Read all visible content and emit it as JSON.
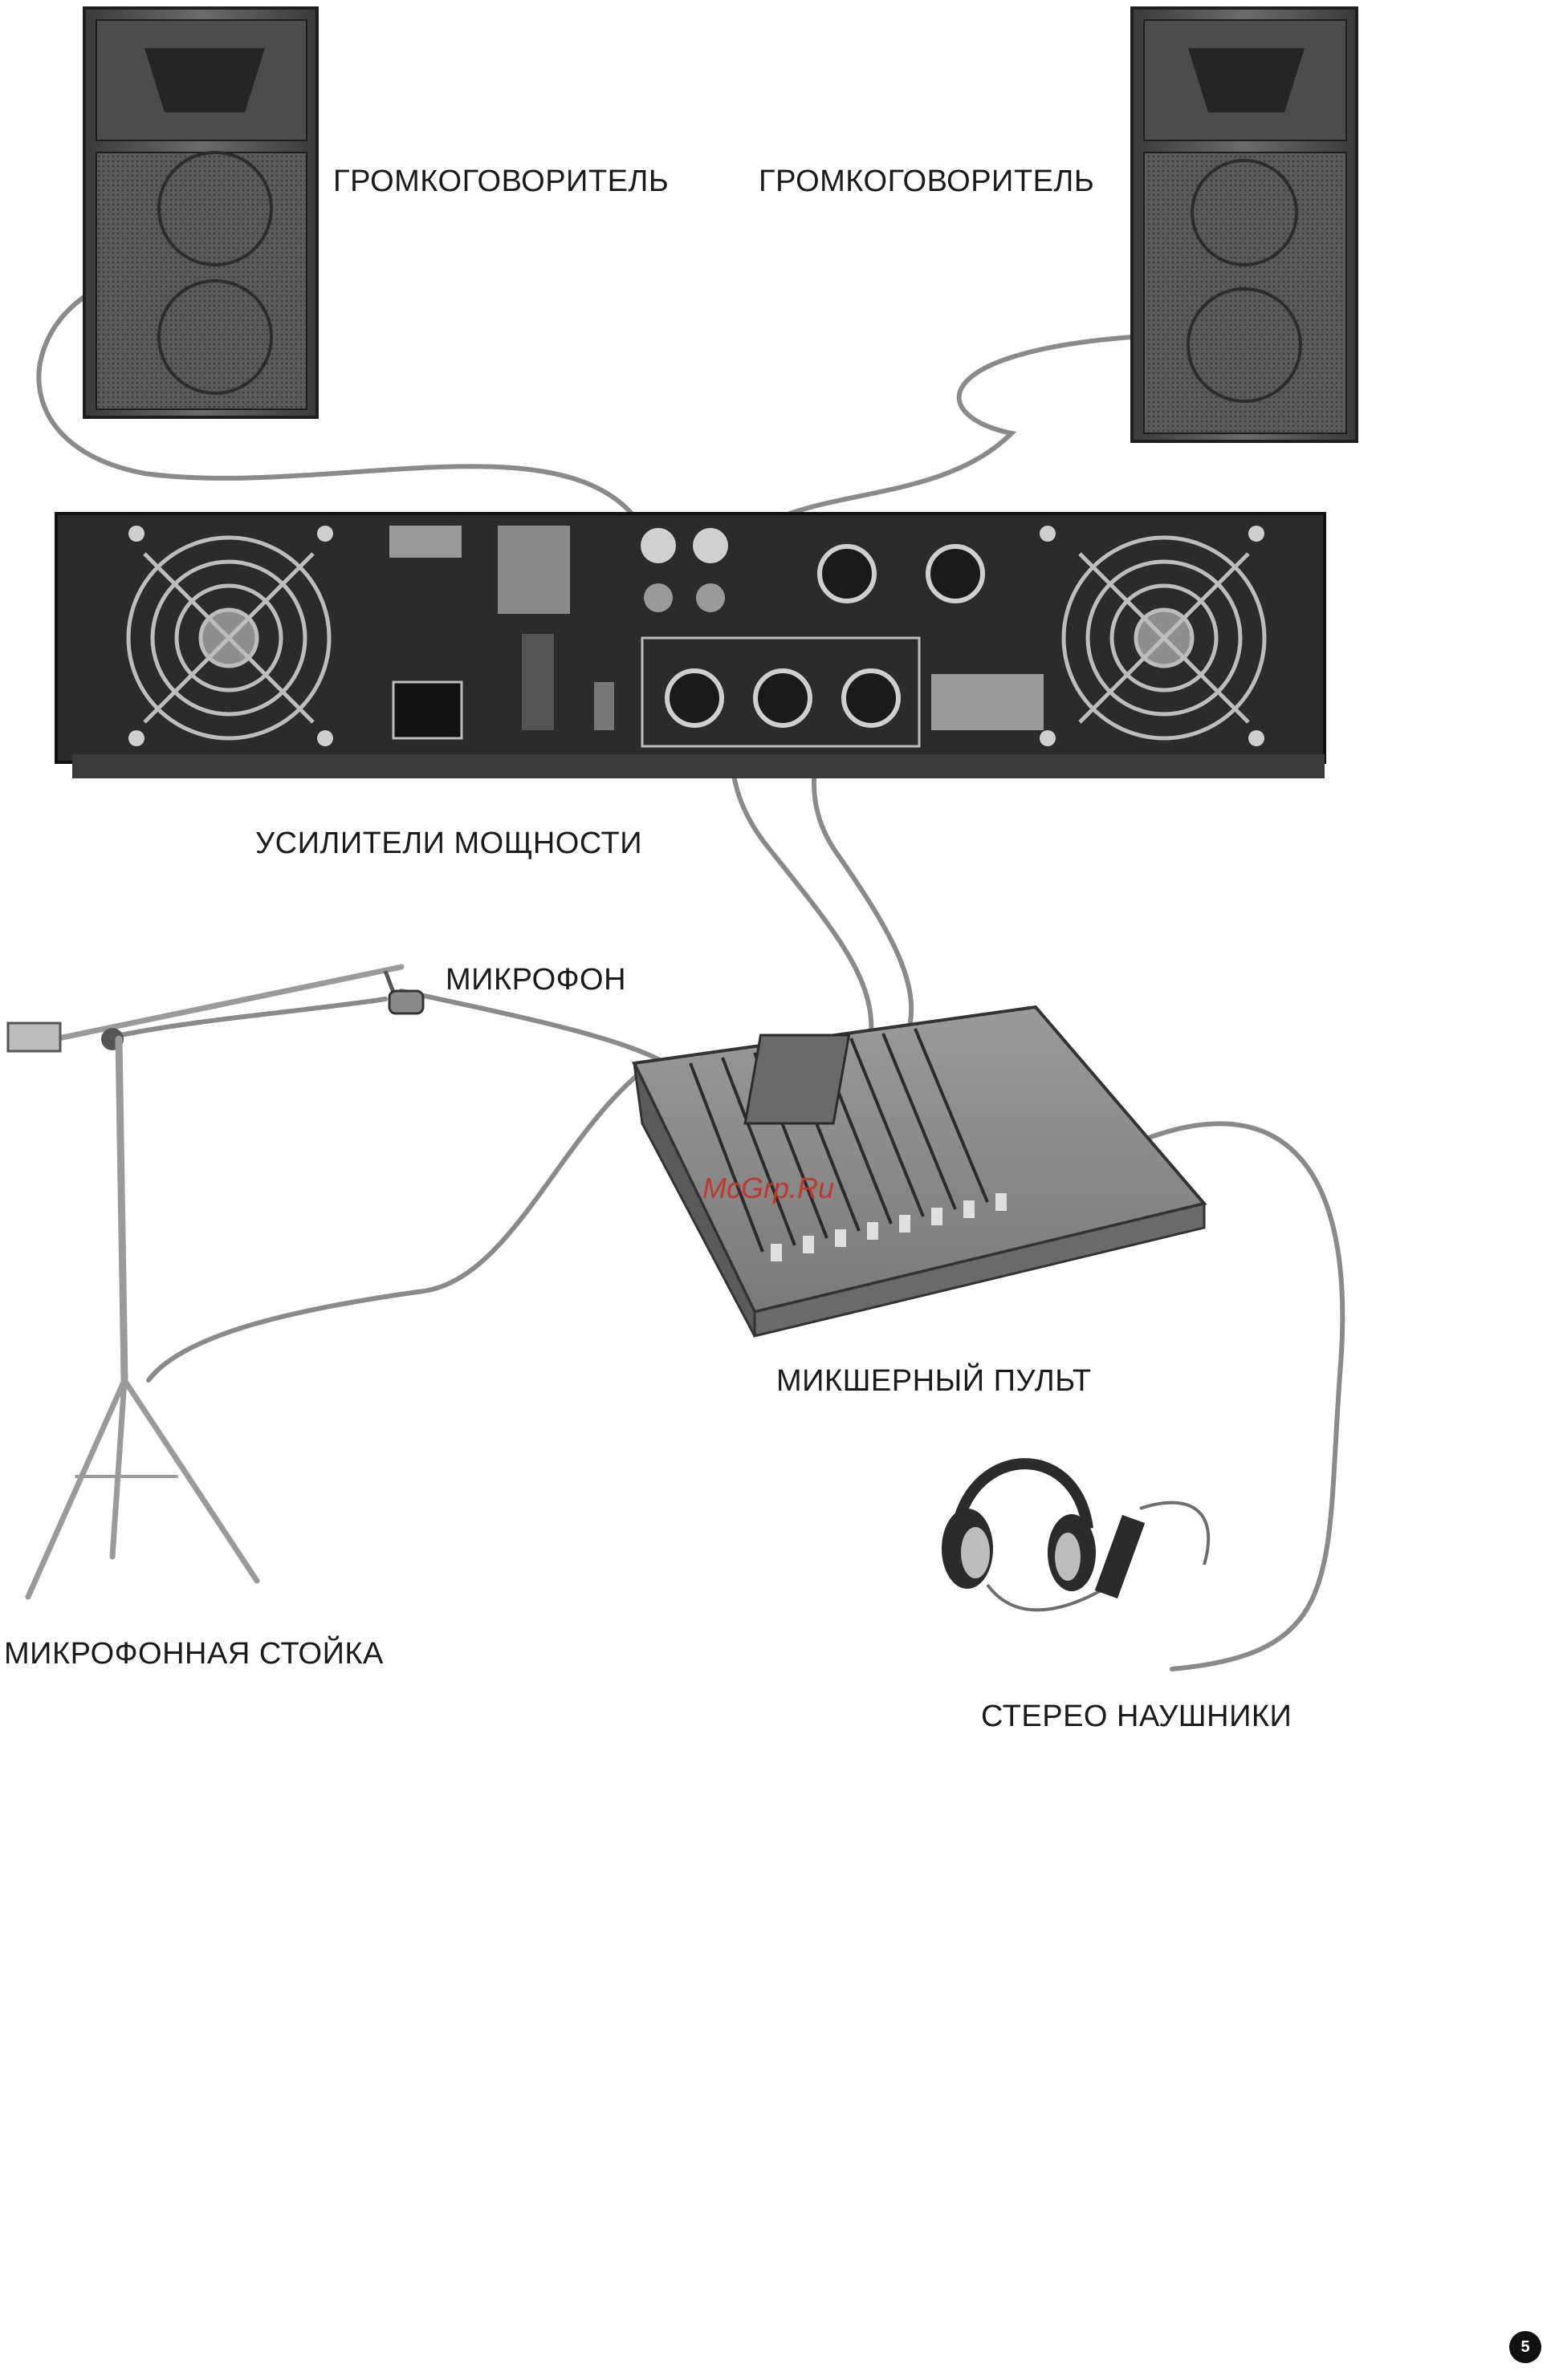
{
  "labels": {
    "speaker_left": "ГРОМКОГОВОРИТЕЛЬ",
    "speaker_right": "ГРОМКОГОВОРИТЕЛЬ",
    "amplifier": "УСИЛИТЕЛИ МОЩНОСТИ",
    "microphone": "МИКРОФОН",
    "mixer": "МИКШЕРНЫЙ ПУЛЬТ",
    "mic_stand": "МИКРОФОННАЯ СТОЙКА",
    "headphones": "СТЕРЕО НАУШНИКИ"
  },
  "watermark": "McGrp.Ru",
  "page_number": "5",
  "colors": {
    "device_dark": "#2b2b2b",
    "device_mid": "#6e6e6e",
    "device_light": "#bdbdbd",
    "cable": "#8a8a8a",
    "watermark": "#c0392b"
  }
}
